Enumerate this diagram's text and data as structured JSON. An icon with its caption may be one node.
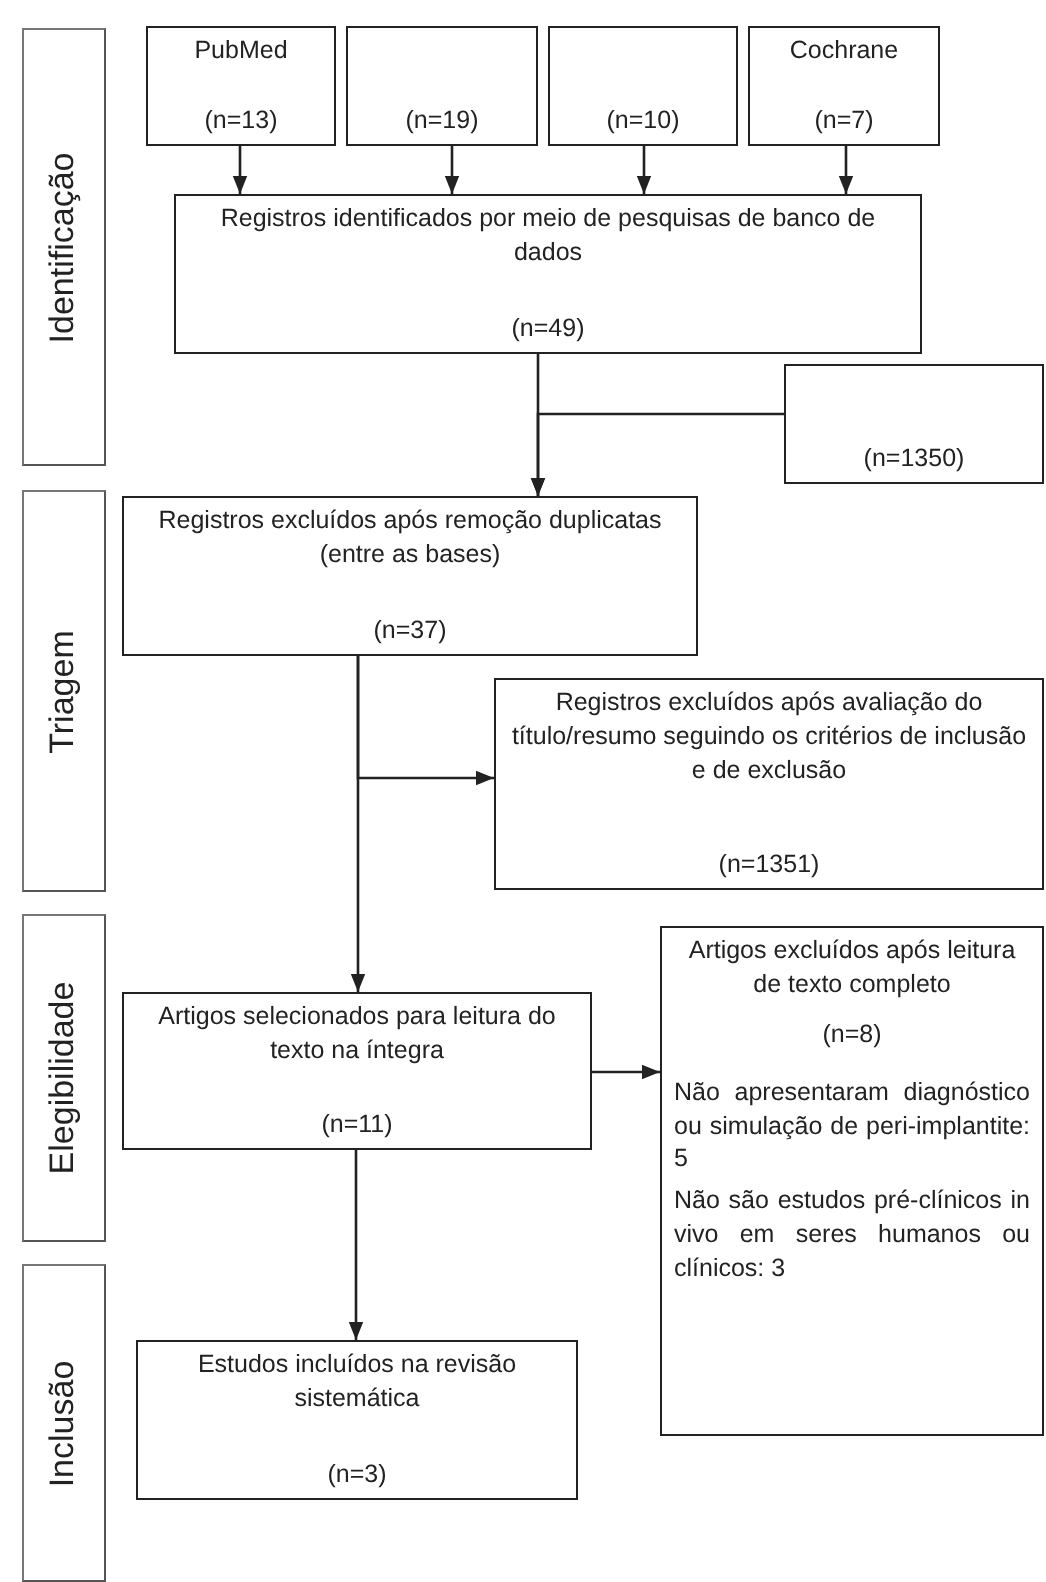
{
  "diagram": {
    "nodes": [
      {
        "text": [
          "Identificação"
        ]
      },
      {
        "text": [
          "PubMed",
          "(n=13)"
        ]
      },
      {
        "text": [
          "(n=19)"
        ]
      },
      {
        "text": [
          "(n=10)"
        ]
      },
      {
        "text": [
          "Cochrane",
          "(n=7)"
        ]
      },
      {
        "text": [
          "Registros identificados por meio de pesquisas de banco de dados",
          "(n=49)"
        ]
      },
      {
        "text": [
          "(n=1350)"
        ]
      },
      {
        "text": [
          "Triagem"
        ]
      },
      {
        "text": [
          "Registros excluídos após remoção duplicatas (entre as bases)",
          "(n=37)"
        ]
      },
      {
        "text": [
          "Registros excluídos após avaliação do título/resumo seguindo os critérios de inclusão e de exclusão",
          "(n=1351)"
        ]
      },
      {
        "text": [
          "Elegibilidade"
        ]
      },
      {
        "text": [
          "Artigos selecionados para leitura do texto na íntegra",
          "(n=11)"
        ]
      },
      {
        "text": [
          "Artigos excluídos após leitura de texto completo",
          "(n=8)",
          "Não apresentaram diagnóstico ou simulação de peri-implantite: 5",
          "Não são estudos pré-clínicos in vivo em seres humanos ou clínicos: 3"
        ]
      },
      {
        "text": [
          "Inclusão"
        ]
      },
      {
        "text": [
          "Estudos incluídos na revisão sistemática",
          "(n=3)"
        ]
      }
    ],
    "edges": [
      {
        "from": 1,
        "to": 5,
        "arrow": "to"
      },
      {
        "from": 2,
        "to": 5,
        "arrow": "to"
      },
      {
        "from": 3,
        "to": 5,
        "arrow": "to"
      },
      {
        "from": 4,
        "to": 5,
        "arrow": "to"
      },
      {
        "from": 5,
        "to": 8,
        "arrow": "to"
      },
      {
        "from": 6,
        "to": 8,
        "arrow": "to"
      },
      {
        "from": 8,
        "to": 9,
        "arrow": "to"
      },
      {
        "from": 8,
        "to": 11,
        "arrow": "to"
      },
      {
        "from": 11,
        "to": 12,
        "arrow": "to"
      },
      {
        "from": 11,
        "to": 14,
        "arrow": "to"
      }
    ]
  }
}
